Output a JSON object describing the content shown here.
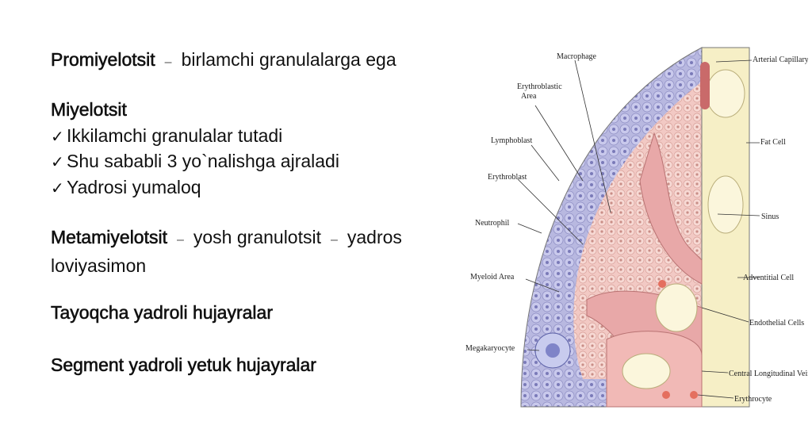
{
  "slide": {
    "promyelocyte": {
      "title": "Promiyelotsit",
      "dash": "–",
      "text": "birlamchi granulalarga ega"
    },
    "myelocyte": {
      "title": "Miyelotsit",
      "check": "✓",
      "items": [
        "Ikkilamchi granulalar tutadi",
        "Shu sababli 3 yo`nalishga ajraladi",
        "Yadrosi yumaloq"
      ]
    },
    "metamyelocyte": {
      "title": "Metamiyelotsit",
      "dash": "–",
      "text1": "yosh granulotsit",
      "dash2": "–",
      "text2": "yadros",
      "text3": "loviyasimon"
    },
    "band": "Tayoqcha yadroli hujayralar",
    "segment": "Segment yadroli yetuk hujayralar"
  },
  "figure": {
    "labels_left": {
      "macrophage": "Macrophage",
      "erythroblastic_area_1": "Erythroblastic",
      "erythroblastic_area_2": "Area",
      "lymphoblast": "Lymphoblast",
      "erythroblast": "Erythroblast",
      "neutrophil": "Neutrophil",
      "myeloid_area": "Myeloid Area",
      "megakaryocyte": "Megakaryocyte"
    },
    "labels_right": {
      "arterial_capillary": "Arterial Capillary",
      "fat_cell": "Fat Cell",
      "sinus": "Sinus",
      "adventitial_cell": "Adventitial Cell",
      "endothelial_cells": "Endothelial Cells",
      "central_longitudinal_vein": "Central Longitudinal Vein",
      "erythrocyte": "Erythrocyte"
    },
    "colors": {
      "myeloid_blue": "#b8b8e0",
      "erythro_pink": "#f2c9c4",
      "sinus_rose": "#e8a8a8",
      "fat_cream": "#f6efc6"
    }
  }
}
